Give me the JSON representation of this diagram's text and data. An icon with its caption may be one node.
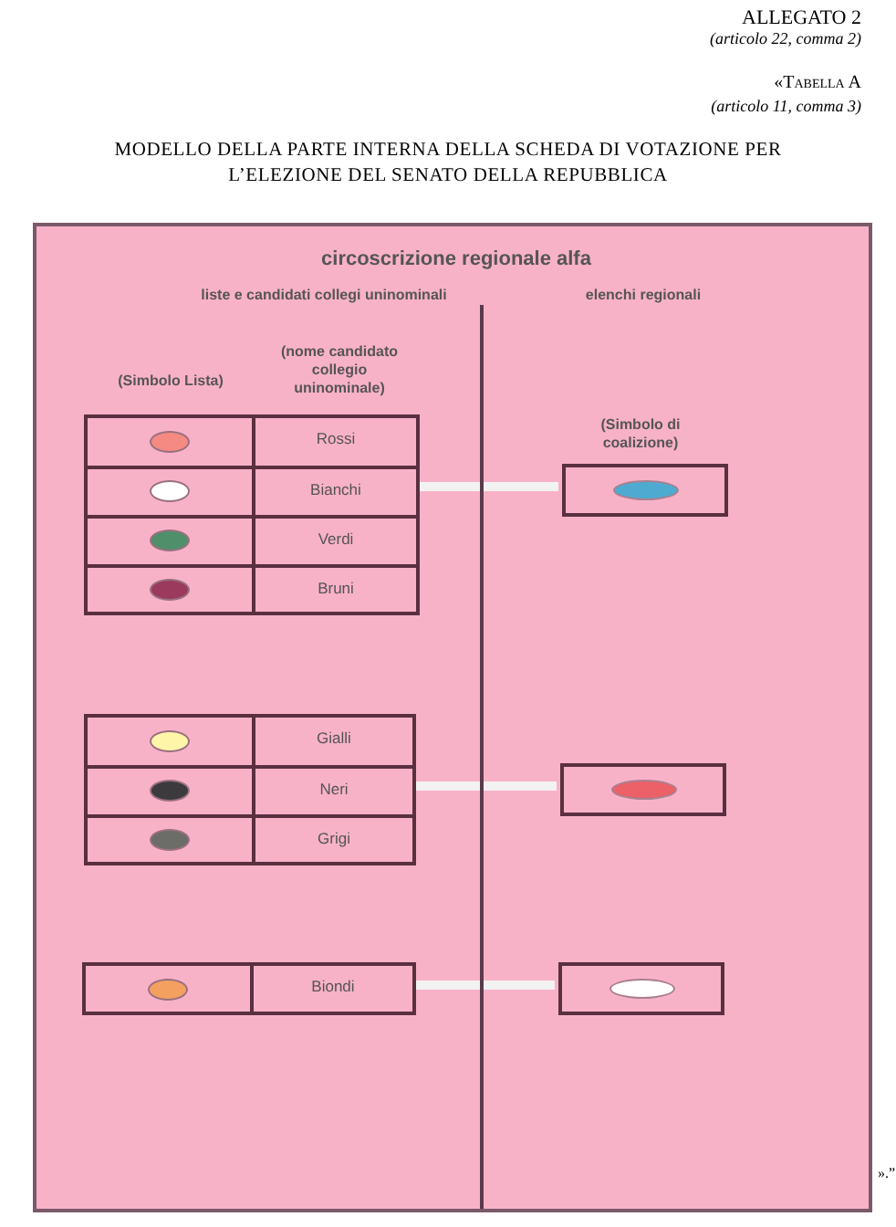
{
  "diagram": {
    "title": "MODELLO DELLA PARTE INTERNA DELLA SCHEDA DI VOTAZIONE PER L’ELEZIONE DEL SENATO DELLA REPUBBLICA",
    "nodes": [
      {
        "text": [
          "circoscrizione regionale alfa"
        ]
      },
      {
        "text": [],
        "shape": "box",
        "in": 0
      },
      {
        "text": [],
        "shape": "circle",
        "in": 1
      },
      {
        "text": [
          "Rossi"
        ],
        "in": 1
      },
      {
        "text": [],
        "shape": "circle",
        "in": 1
      },
      {
        "text": [
          "Bianchi"
        ],
        "in": 1
      },
      {
        "text": [],
        "shape": "circle",
        "in": 1
      },
      {
        "text": [
          "Verdi"
        ],
        "in": 1
      },
      {
        "text": [],
        "shape": "circle",
        "in": 1
      },
      {
        "text": [
          "Bruni"
        ],
        "in": 1
      },
      {
        "text": [],
        "shape": "box",
        "in": 0
      },
      {
        "text": [],
        "shape": "circle",
        "in": 10
      },
      {
        "text": [],
        "shape": "box",
        "in": 0
      },
      {
        "text": [],
        "shape": "circle",
        "in": 12
      },
      {
        "text": [
          "Gialli"
        ],
        "in": 12
      },
      {
        "text": [],
        "shape": "circle",
        "in": 12
      },
      {
        "text": [
          "Neri"
        ],
        "in": 12
      },
      {
        "text": [],
        "shape": "circle",
        "in": 12
      },
      {
        "text": [
          "Grigi"
        ],
        "in": 12
      },
      {
        "text": [],
        "shape": "box",
        "in": 0
      },
      {
        "text": [],
        "shape": "circle",
        "in": 19
      },
      {
        "text": [],
        "shape": "box",
        "in": 0
      },
      {
        "text": [],
        "shape": "circle",
        "in": 21
      },
      {
        "text": [
          "Biondi"
        ],
        "in": 21
      },
      {
        "text": [],
        "shape": "box",
        "in": 0
      },
      {
        "text": [],
        "shape": "circle",
        "in": 24
      }
    ],
    "edges": [
      {
        "from": 1,
        "to": 10,
        "arrow": "none"
      },
      {
        "from": 12,
        "to": 19,
        "arrow": "none"
      },
      {
        "from": 21,
        "to": 24,
        "arrow": "none"
      }
    ],
    "labels": [
      "ALLEGATO 2",
      "(articolo 22, comma 2)",
      "«Tabella A",
      "(articolo 11, comma 3)",
      "liste e candidati collegi uninominali",
      "elenchi regionali",
      "(Simbolo Lista)",
      "(nome candidato collegio uninominale)",
      "(Simbolo di coalizione)",
      "».”"
    ]
  }
}
